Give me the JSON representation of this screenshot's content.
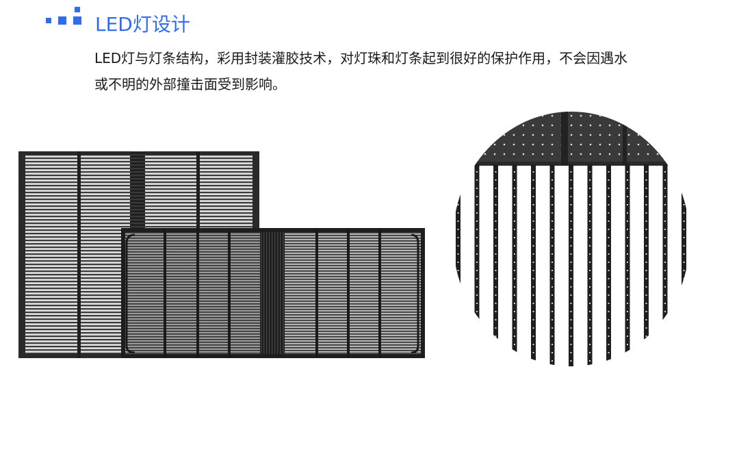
{
  "section": {
    "title": "LED灯设计",
    "icon": "pixel-squares-icon",
    "accent_color": "#2f6df0"
  },
  "description": {
    "lines": [
      "LED灯与灯条结构，彩用封装灌胶技术，对灯珠和灯条起到很好的保护作用，不会因遇水",
      "或不明的外部撞击面受到影响。"
    ]
  },
  "images": {
    "left": "led-mesh-panels",
    "right": "led-strip-closeup"
  }
}
